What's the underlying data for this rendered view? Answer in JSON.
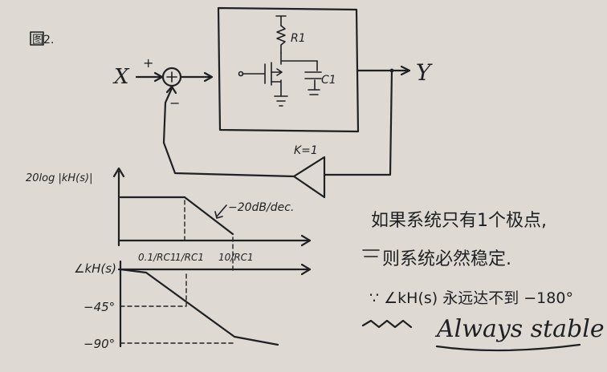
{
  "figure": {
    "label": "图2.",
    "input": "X",
    "output": "Y",
    "sum_plus": "+",
    "sum_minus": "−",
    "resistor": "R1",
    "capacitor": "C1",
    "feedback": "K=1"
  },
  "bode": {
    "magnitude_axis": "20log |kH(s)|",
    "slope": "−20dB/dec.",
    "freq_ticks": [
      "0.1/RC1",
      "1/RC1",
      "10/RC1"
    ],
    "phase_axis": "∠kH(s)",
    "phase_ticks": [
      "−45°",
      "−90°"
    ]
  },
  "notes": {
    "line1": "如果系统只有1个极点,",
    "line2": "则系统必然稳定.",
    "line3": "∵ ∠kH(s) 永远达不到 −180°",
    "line4": "Always stable"
  }
}
